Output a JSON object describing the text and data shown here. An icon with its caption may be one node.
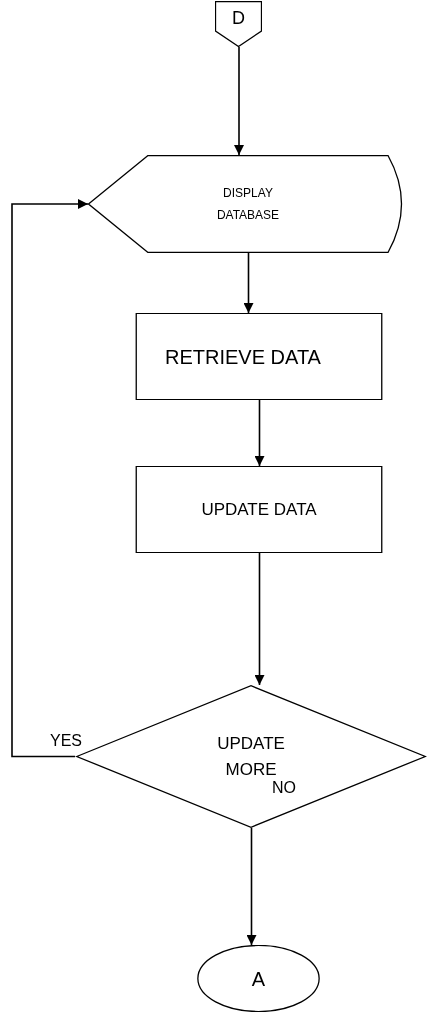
{
  "diagram": {
    "nodes": [
      {
        "text": [
          "D"
        ]
      },
      {
        "text": [
          "DISPLAY DATABASE"
        ]
      },
      {
        "text": [
          "RETRIEVE DATA"
        ]
      },
      {
        "text": [
          "UPDATE DATA"
        ]
      },
      {
        "text": [
          "UPDATE MORE"
        ]
      },
      {
        "text": [
          "A"
        ]
      }
    ],
    "edges": [
      {
        "from": 0,
        "to": 1,
        "arrow": "to"
      },
      {
        "from": 1,
        "to": 2,
        "arrow": "to"
      },
      {
        "from": 2,
        "to": 3,
        "arrow": "to"
      },
      {
        "from": 3,
        "to": 4,
        "arrow": "to"
      },
      {
        "from": 4,
        "to": 1,
        "arrow": "to",
        "label": "YES"
      },
      {
        "from": 4,
        "to": 5,
        "arrow": "to",
        "label": "NO"
      }
    ]
  }
}
